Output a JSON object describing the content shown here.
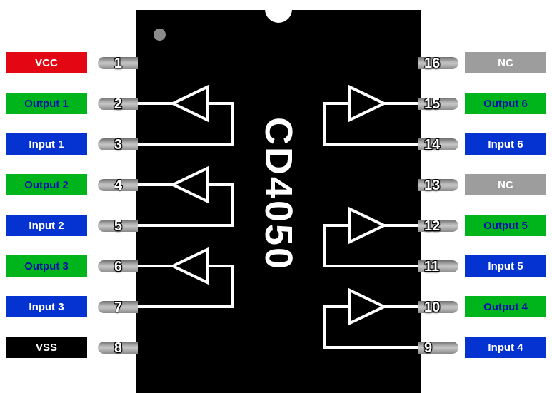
{
  "chip": {
    "name": "CD4050",
    "body_color": "#000000",
    "pin_color": "#9a9a9a"
  },
  "colors": {
    "power_red": "#e30613",
    "output_green": "#00b51b",
    "input_blue": "#0533d1",
    "nc_gray": "#9d9d9d",
    "ground_black": "#000000",
    "output_text": "#0011aa",
    "white_text": "#ffffff"
  },
  "left_pins": [
    {
      "number": "1",
      "label": "VCC",
      "bg": "#e30613",
      "fg": "#ffffff"
    },
    {
      "number": "2",
      "label": "Output 1",
      "bg": "#00b51b",
      "fg": "#0011aa"
    },
    {
      "number": "3",
      "label": "Input 1",
      "bg": "#0533d1",
      "fg": "#ffffff"
    },
    {
      "number": "4",
      "label": "Output 2",
      "bg": "#00b51b",
      "fg": "#0011aa"
    },
    {
      "number": "5",
      "label": "Input 2",
      "bg": "#0533d1",
      "fg": "#ffffff"
    },
    {
      "number": "6",
      "label": "Output 3",
      "bg": "#00b51b",
      "fg": "#0011aa"
    },
    {
      "number": "7",
      "label": "Input 3",
      "bg": "#0533d1",
      "fg": "#ffffff"
    },
    {
      "number": "8",
      "label": "VSS",
      "bg": "#000000",
      "fg": "#ffffff"
    }
  ],
  "right_pins": [
    {
      "number": "16",
      "label": "NC",
      "bg": "#9d9d9d",
      "fg": "#ffffff"
    },
    {
      "number": "15",
      "label": "Output 6",
      "bg": "#00b51b",
      "fg": "#0011aa"
    },
    {
      "number": "14",
      "label": "Input 6",
      "bg": "#0533d1",
      "fg": "#ffffff"
    },
    {
      "number": "13",
      "label": "NC",
      "bg": "#9d9d9d",
      "fg": "#ffffff"
    },
    {
      "number": "12",
      "label": "Output 5",
      "bg": "#00b51b",
      "fg": "#0011aa"
    },
    {
      "number": "11",
      "label": "Input 5",
      "bg": "#0533d1",
      "fg": "#ffffff"
    },
    {
      "number": "10",
      "label": "Output 4",
      "bg": "#00b51b",
      "fg": "#0011aa"
    },
    {
      "number": "9",
      "label": "Input 4",
      "bg": "#0533d1",
      "fg": "#ffffff"
    }
  ],
  "buffers": [
    {
      "side": "left",
      "output_row": 1,
      "input_row": 2
    },
    {
      "side": "left",
      "output_row": 3,
      "input_row": 4
    },
    {
      "side": "left",
      "output_row": 5,
      "input_row": 6
    },
    {
      "side": "right",
      "output_row": 1,
      "input_row": 2
    },
    {
      "side": "right",
      "output_row": 4,
      "input_row": 5
    },
    {
      "side": "right",
      "output_row": 6,
      "input_row": 7
    }
  ]
}
